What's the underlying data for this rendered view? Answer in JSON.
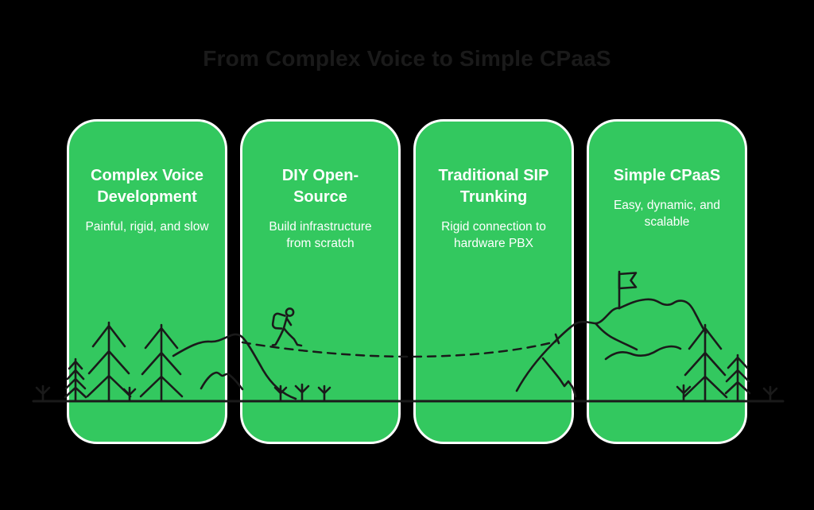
{
  "page": {
    "title": "From Complex Voice to Simple CPaaS",
    "background_color": "#000000",
    "title_color": "#1a1a1a"
  },
  "theme": {
    "card_fill": "#33c85f",
    "card_border": "#ffffff",
    "card_text": "#ffffff",
    "line_art_color": "#1a1a1a"
  },
  "cards": [
    {
      "title": "Complex Voice\nDevelopment",
      "subtitle": "Painful, rigid, and slow"
    },
    {
      "title": "DIY Open-\nSource",
      "subtitle": "Build infrastructure\nfrom scratch"
    },
    {
      "title": "Traditional SIP\nTrunking",
      "subtitle": "Rigid connection to\nhardware PBX"
    },
    {
      "title": "Simple CPaaS",
      "subtitle": "Easy, dynamic, and\nscalable"
    }
  ],
  "illustration": {
    "stroke_color": "#1a1a1a",
    "elements": [
      "ground-line",
      "sprout-icons",
      "pine-trees-left",
      "rolling-hill",
      "hiker-with-backpack-icon",
      "dashed-trail",
      "mountain-ridge",
      "summit-flag-icon",
      "pine-trees-right"
    ]
  }
}
